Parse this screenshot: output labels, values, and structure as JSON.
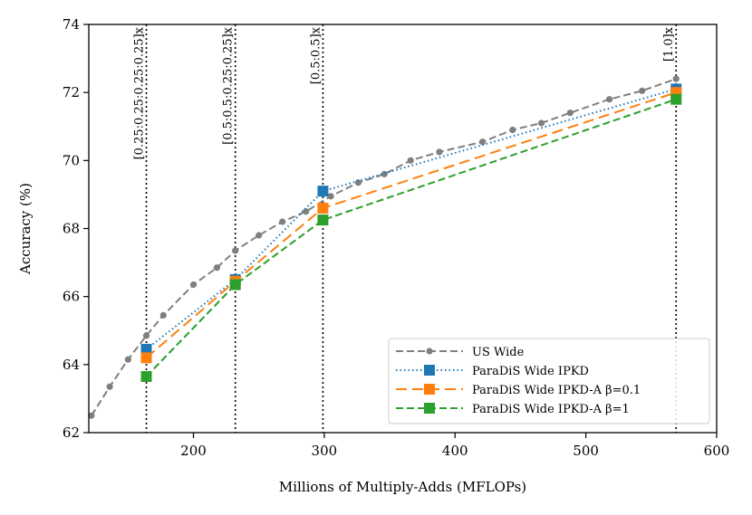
{
  "chart_data": {
    "type": "line",
    "xlabel": "Millions of Multiply-Adds (MFLOPs)",
    "ylabel": "Accuracy (%)",
    "xlim": [
      120,
      600
    ],
    "ylim": [
      62,
      74
    ],
    "xticks": [
      200,
      300,
      400,
      500,
      600
    ],
    "yticks": [
      62,
      64,
      66,
      68,
      70,
      72,
      74
    ],
    "grid": false,
    "legend_position": "lower-right",
    "vlines": [
      {
        "x": 164,
        "label": "[0.25:0.25:0.25:0.25]x"
      },
      {
        "x": 232,
        "label": "[0.5:0.5:0.25:0.25]x"
      },
      {
        "x": 299,
        "label": "[0.5:0.5]x"
      },
      {
        "x": 569,
        "label": "[1.0]x"
      }
    ],
    "series": [
      {
        "name": "US Wide",
        "color": "#7f7f7f",
        "style": "dashed",
        "marker": "dot",
        "x": [
          122,
          136,
          150,
          164,
          177,
          200,
          218,
          232,
          250,
          268,
          286,
          305,
          326,
          346,
          366,
          388,
          421,
          444,
          466,
          488,
          518,
          543,
          569
        ],
        "y": [
          62.5,
          63.35,
          64.15,
          64.85,
          65.45,
          66.35,
          66.85,
          67.35,
          67.8,
          68.2,
          68.5,
          68.95,
          69.35,
          69.6,
          70.0,
          70.25,
          70.55,
          70.9,
          71.1,
          71.4,
          71.8,
          72.05,
          72.4
        ]
      },
      {
        "name": "ParaDiS Wide IPKD",
        "color": "#1f77b4",
        "style": "dotted",
        "marker": "square",
        "x": [
          164,
          232,
          299,
          569
        ],
        "y": [
          64.45,
          66.5,
          69.1,
          72.1
        ]
      },
      {
        "name": "ParaDiS Wide IPKD-A β=0.1",
        "color": "#ff7f0e",
        "style": "longdash",
        "marker": "square",
        "x": [
          164,
          232,
          299,
          569
        ],
        "y": [
          64.2,
          66.45,
          68.6,
          72.0
        ]
      },
      {
        "name": "ParaDiS Wide IPKD-A β=1",
        "color": "#2ca02c",
        "style": "dashed",
        "marker": "square",
        "x": [
          164,
          232,
          299,
          569
        ],
        "y": [
          63.65,
          66.35,
          68.25,
          71.8
        ]
      }
    ]
  }
}
